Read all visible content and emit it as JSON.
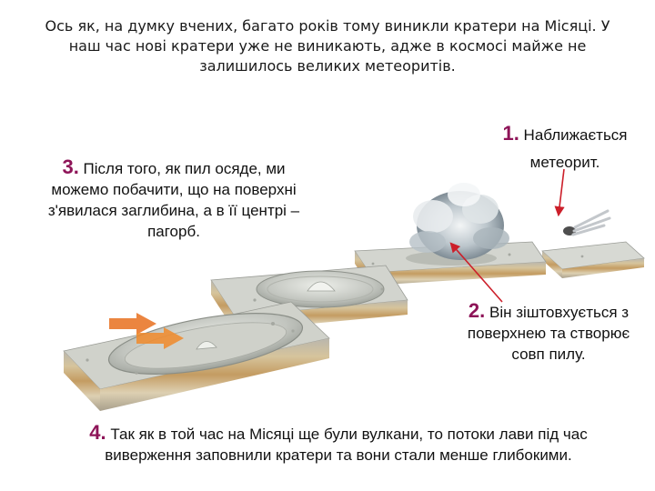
{
  "intro_text": "Ось як, на думку вчених, багато років тому виникли кратери на Місяці. У наш час нові кратери уже не виникають, адже в космосі майже не залишилось великих метеоритів.",
  "steps": [
    {
      "number": "1.",
      "text": "Наближається метеорит."
    },
    {
      "number": "2.",
      "text": "Він зіштовхується з поверхнею та створює совп пилу."
    },
    {
      "number": "3.",
      "text": "Після того, як пил осяде, ми можемо побачити, що на поверхні з'явилася заглибина, а в її центрі – пагорб."
    },
    {
      "number": "4.",
      "text": "Так як в той час на Місяці ще були вулкани, то потоки лави під час виверження заповнили кратери та вони стали менше глибокими."
    }
  ],
  "colors": {
    "number": "#8e1458",
    "arrow": "#cc1f2a",
    "surface": "#d3d5cf",
    "soil": "#c4a06a",
    "lava": "#e8701e"
  }
}
